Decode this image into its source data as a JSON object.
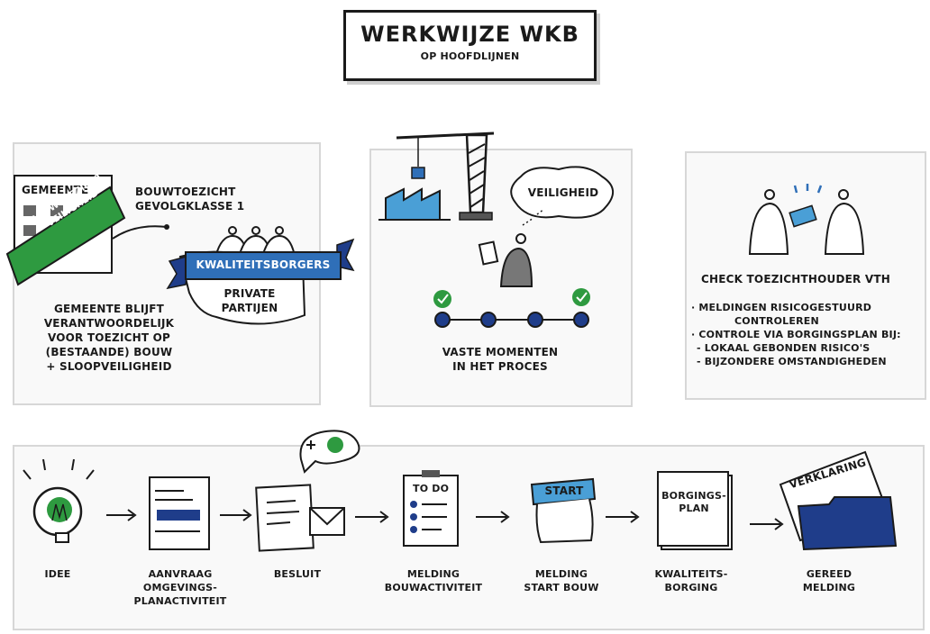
{
  "title": {
    "main": "WERKWIJZE WKB",
    "sub": "OP HOOFDLIJNEN"
  },
  "panel1": {
    "gemeente_label": "GEMEENTE",
    "banner_bouwtoezicht": "BOUWTOEZICHT",
    "banner_veiligheid": "VEILIGHEID",
    "bouwtoezicht_gevolgklasse": [
      "BOUWTOEZICHT",
      "GEVOLGKLASSE 1"
    ],
    "kwaliteitsborgers": "KWALITEITSBORGERS",
    "private_partijen": [
      "PRIVATE",
      "PARTIJEN"
    ],
    "description": [
      "GEMEENTE BLIJFT",
      "VERANTWOORDELIJK",
      "VOOR TOEZICHT OP",
      "(BESTAANDE) BOUW",
      "+ SLOOPVEILIGHEID"
    ]
  },
  "panel2": {
    "cloud_label": "VEILIGHEID",
    "description": [
      "VASTE MOMENTEN",
      "IN HET PROCES"
    ]
  },
  "panel3": {
    "heading": "CHECK TOEZICHTHOUDER VTH",
    "lines": [
      "· MELDINGEN RISICOGESTUURD",
      "CONTROLEREN",
      "· CONTROLE VIA BORGINGSPLAN BIJ:",
      "- LOKAAL GEBONDEN RISICO'S",
      "- BIJZONDERE OMSTANDIGHEDEN"
    ]
  },
  "process": {
    "todo_label": "TO DO",
    "start_label": "START",
    "borgingsplan_label": [
      "BORGINGS-",
      "PLAN"
    ],
    "verklaring_label": "VERKLARING",
    "steps": [
      {
        "label": [
          "IDEE"
        ]
      },
      {
        "label": [
          "AANVRAAG",
          "OMGEVINGS-",
          "PLANACTIVITEIT"
        ]
      },
      {
        "label": [
          "BESLUIT"
        ]
      },
      {
        "label": [
          "MELDING",
          "BOUWACTIVITEIT"
        ]
      },
      {
        "label": [
          "MELDING",
          "START BOUW"
        ]
      },
      {
        "label": [
          "KWALITEITS-",
          "BORGING"
        ]
      },
      {
        "label": [
          "GEREED",
          "MELDING"
        ]
      }
    ]
  },
  "colors": {
    "green": "#2e9a40",
    "navy": "#1f3d8a",
    "blue": "#2f6fb8",
    "lightblue": "#4a9fd6",
    "grey": "#777777"
  }
}
